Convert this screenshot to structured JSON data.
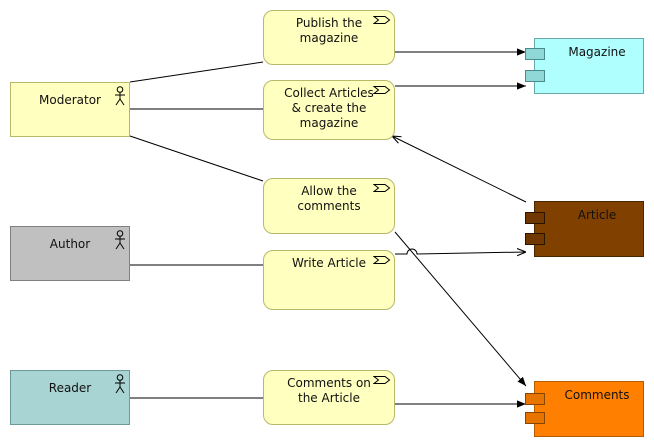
{
  "actors": {
    "moderator": "Moderator",
    "author": "Author",
    "reader": "Reader"
  },
  "processes": {
    "publish": "Publish the\nmagazine",
    "collect": "Collect Articles\n& create the\nmagazine",
    "allow": "Allow the\ncomments",
    "write": "Write Article",
    "comment": "Comments on\nthe Article"
  },
  "components": {
    "magazine": "Magazine",
    "article": "Article",
    "comments": "Comments"
  },
  "colors": {
    "actor_moderator": "#ffffc0",
    "actor_author": "#c0c0c0",
    "actor_reader": "#a8d4d4",
    "process_fill": "#ffffc0",
    "component_magazine": "#b0ffff",
    "component_article": "#804000",
    "component_comments": "#ff8000"
  }
}
